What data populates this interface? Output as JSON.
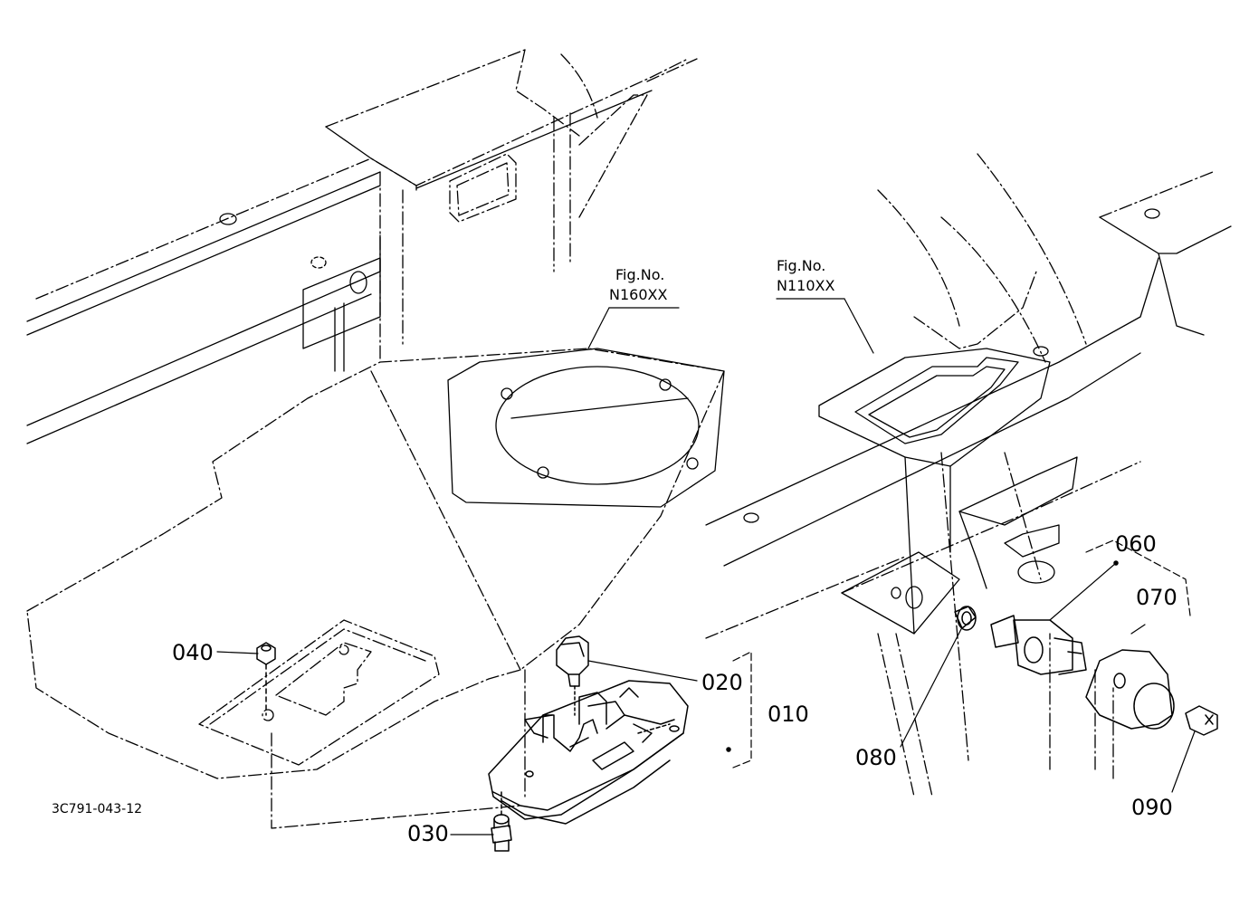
{
  "diagram": {
    "fig_refs": [
      {
        "fig_label": "Fig.No.",
        "fig_number": "N160XX"
      },
      {
        "fig_label": "Fig.No.",
        "fig_number": "N110XX"
      }
    ],
    "parts": [
      "010",
      "020",
      "030",
      "040",
      "060",
      "070",
      "080",
      "090"
    ],
    "drawing_code": "3C791-043-12"
  }
}
